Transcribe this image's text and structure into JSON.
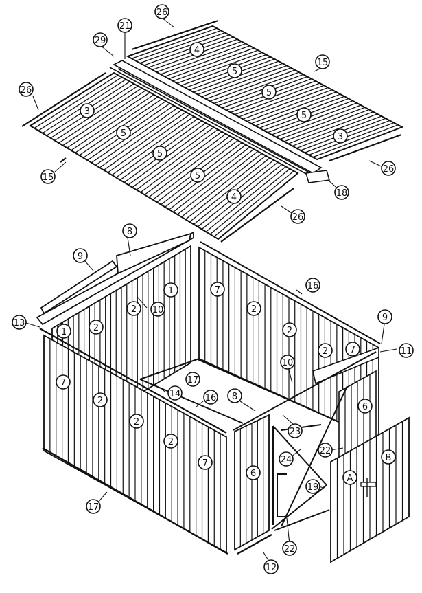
{
  "callouts": {
    "c26_top": "26",
    "c21": "21",
    "c29": "29",
    "c4_right_top": "4",
    "c15_right": "15",
    "c5_a": "5",
    "c5_b": "5",
    "c5_c": "5",
    "c3_right": "3",
    "c26_right": "26",
    "c18": "18",
    "c26_left": "26",
    "c3_left": "3",
    "c5_d": "5",
    "c5_e": "5",
    "c5_f": "5",
    "c15_left": "15",
    "c4_left_bottom": "4",
    "c26_bottom": "26",
    "c8_top": "8",
    "c9_left": "9",
    "c1_a": "1",
    "c2_a": "2",
    "c10_a": "10",
    "c13": "13",
    "c1_b": "1",
    "c2_b": "2",
    "c7_a": "7",
    "c2_c": "2",
    "c7_b": "7",
    "c16_top": "16",
    "c2_d": "2",
    "c2_e": "2",
    "c9_right": "9",
    "c11": "11",
    "c7_c": "7",
    "c2_f": "2",
    "c10_b": "10",
    "c17_inner": "17",
    "c14": "14",
    "c16_mid": "16",
    "c8_mid": "8",
    "c6_right": "6",
    "c2_g": "2",
    "c2_h": "2",
    "c7_d": "7",
    "c23": "23",
    "c22_a": "22",
    "cB": "B",
    "c24": "24",
    "c6_left": "6",
    "cA": "A",
    "c19": "19",
    "c17_bottom": "17",
    "c22_b": "22",
    "c12": "12"
  }
}
